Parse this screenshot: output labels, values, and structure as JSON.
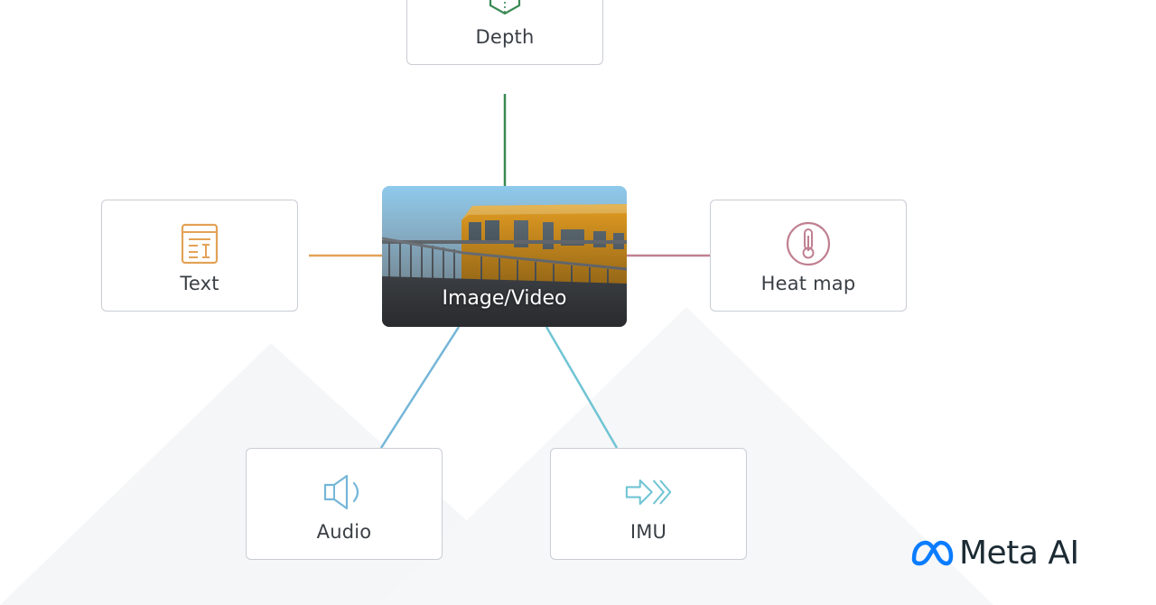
{
  "center": {
    "label": "Image/Video"
  },
  "nodes": {
    "depth": {
      "label": "Depth"
    },
    "text": {
      "label": "Text"
    },
    "heat": {
      "label": "Heat map"
    },
    "audio": {
      "label": "Audio"
    },
    "imu": {
      "label": "IMU"
    }
  },
  "brand": {
    "label": "Meta AI"
  },
  "colors": {
    "depth": "#3a8a55",
    "text": "#e3a257",
    "heat": "#c08091",
    "audio": "#74b6d8",
    "imu": "#70c4d4",
    "brand_blue": "#0a7cff"
  }
}
